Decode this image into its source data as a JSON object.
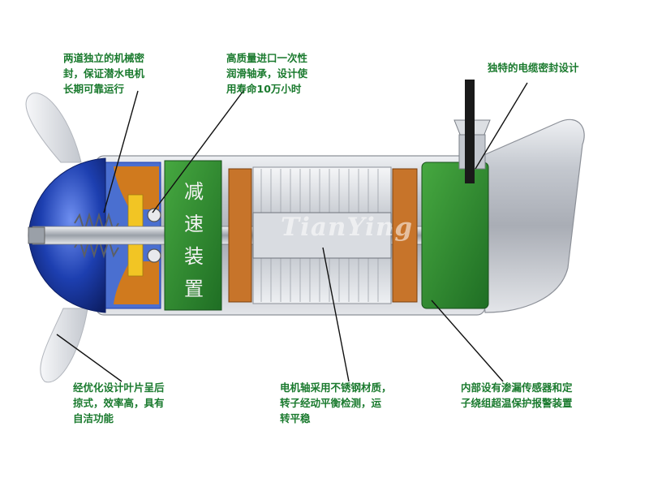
{
  "callouts": {
    "mech_seal": [
      "两道独立的机械密",
      "封，保证潜水电机",
      "长期可靠运行"
    ],
    "bearing": [
      "高质量进口一次性",
      "润滑轴承，设计使",
      "用寿命10万小时"
    ],
    "cable_seal": [
      "独特的电缆密封设计"
    ],
    "blade": [
      "经优化设计叶片呈后",
      "掠式，效率高，具有",
      "自洁功能"
    ],
    "shaft": [
      "电机轴采用不锈钢材质，",
      "转子经动平衡检测，运",
      "转平稳"
    ],
    "sensor": [
      "内部设有渗漏传感器和定",
      "子绕组超温保护报警装置"
    ]
  },
  "reducer_label": [
    "减",
    "速",
    "装",
    "置"
  ],
  "watermark": "TianYing",
  "colors": {
    "label_green": "#1a7a2e",
    "housing_green": "#2f8a2e",
    "body_gray": "#c9ccd2",
    "hub_blue": "#1d3fb0",
    "copper": "#d07a1e",
    "leader": "#111111"
  }
}
